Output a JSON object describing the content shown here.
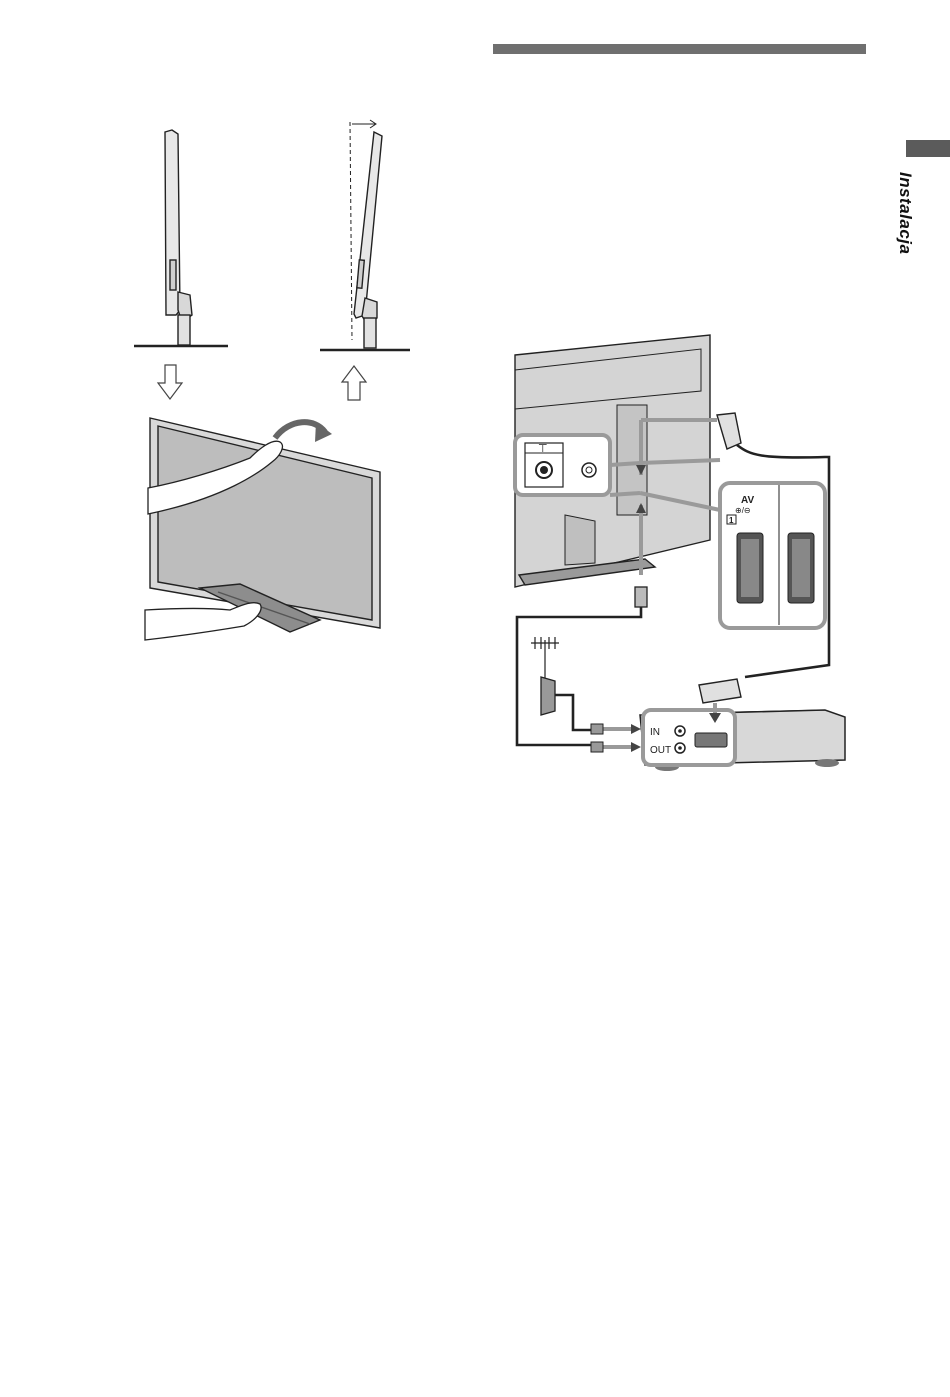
{
  "side_tab": {
    "label": "Instalacja"
  },
  "connection_diagram": {
    "labels": {
      "antenna_jack_symbol": "⊤",
      "av_port_title": "AV",
      "av_port_symbol": "⊕/⊖",
      "av_port_number": "1",
      "recorder_in": "IN",
      "recorder_out": "OUT"
    }
  },
  "colors": {
    "section_rule": "#6f6f6f",
    "side_tab": "#5b5b5b",
    "line_art": "#222222",
    "callout_outline": "#9a9a9a",
    "tv_panel_fill": "#d9d9d9"
  },
  "icons": [
    "arrow-down-icon",
    "arrow-up-icon",
    "rotate-arrow-icon",
    "antenna-icon",
    "wall-socket-icon",
    "scart-plug-icon",
    "coax-plug-icon"
  ]
}
